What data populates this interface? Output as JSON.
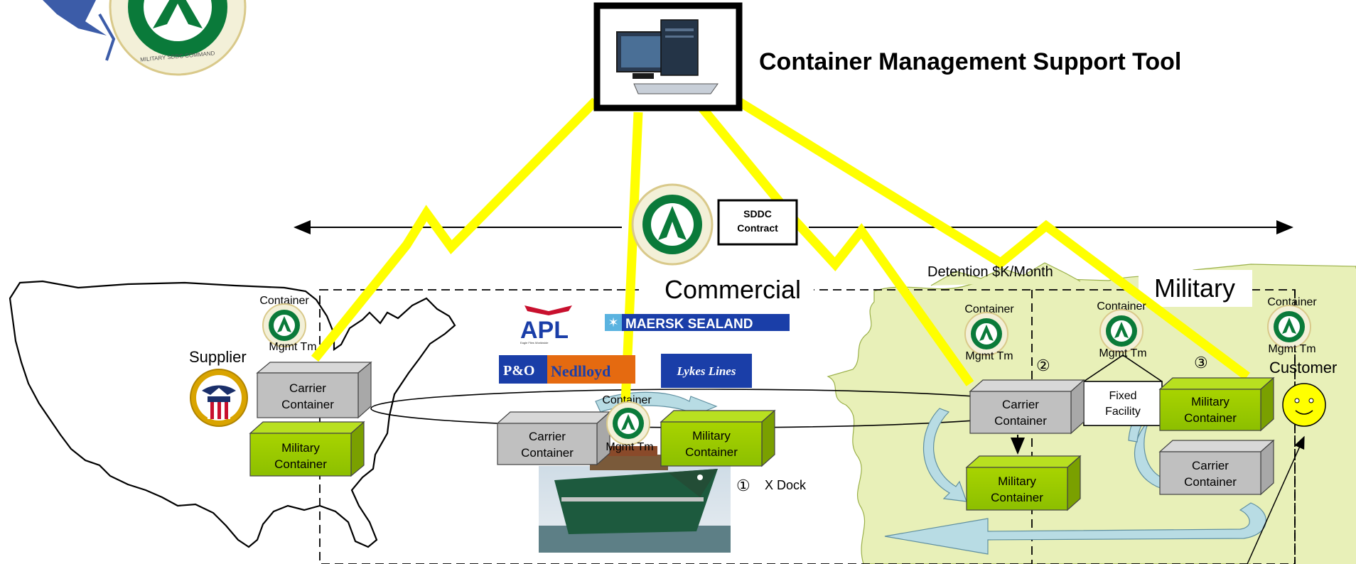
{
  "title": "Container Management Support Tool",
  "sddc_contract": [
    "SDDC",
    "Contract"
  ],
  "zones": {
    "commercial": "Commercial",
    "military": "Military"
  },
  "detention": "Detention $K/Month",
  "actors": {
    "supplier": "Supplier",
    "customer": "Customer"
  },
  "mgmt_team": [
    "Container",
    "Mgmt Tm"
  ],
  "carrier_container": [
    "Carrier",
    "Container"
  ],
  "military_container": [
    "Military",
    "Container"
  ],
  "fixed_facility": [
    "Fixed",
    "Facility"
  ],
  "steps": {
    "s1": {
      "num": "①",
      "label": "X Dock"
    },
    "s2": {
      "num": "②"
    },
    "s3": {
      "num": "③"
    }
  },
  "carrier_logos": {
    "apl": "APL",
    "apl_tag": "Eagle Flies Worldwide",
    "maersk": "MAERSK SEALAND",
    "pando": "P&O",
    "nedlloyd": "Nedlloyd",
    "lykes": "Lykes Lines"
  },
  "seal_text": "MILITARY SURFACE DEPLOYMENT AND DISTRIBUTION COMMAND",
  "colors": {
    "yellow_link": "#ffff00",
    "military_green": "#99cc00",
    "carrier_gray": "#c0c0c0",
    "land_green": "#e8f0b8",
    "arrow_blue": "#b8dce4",
    "seal_green": "#0a7a3a"
  },
  "icons": [
    "computer-icon",
    "sddc-seal-icon",
    "dla-seal-icon",
    "smiley-icon",
    "ship-photo"
  ]
}
